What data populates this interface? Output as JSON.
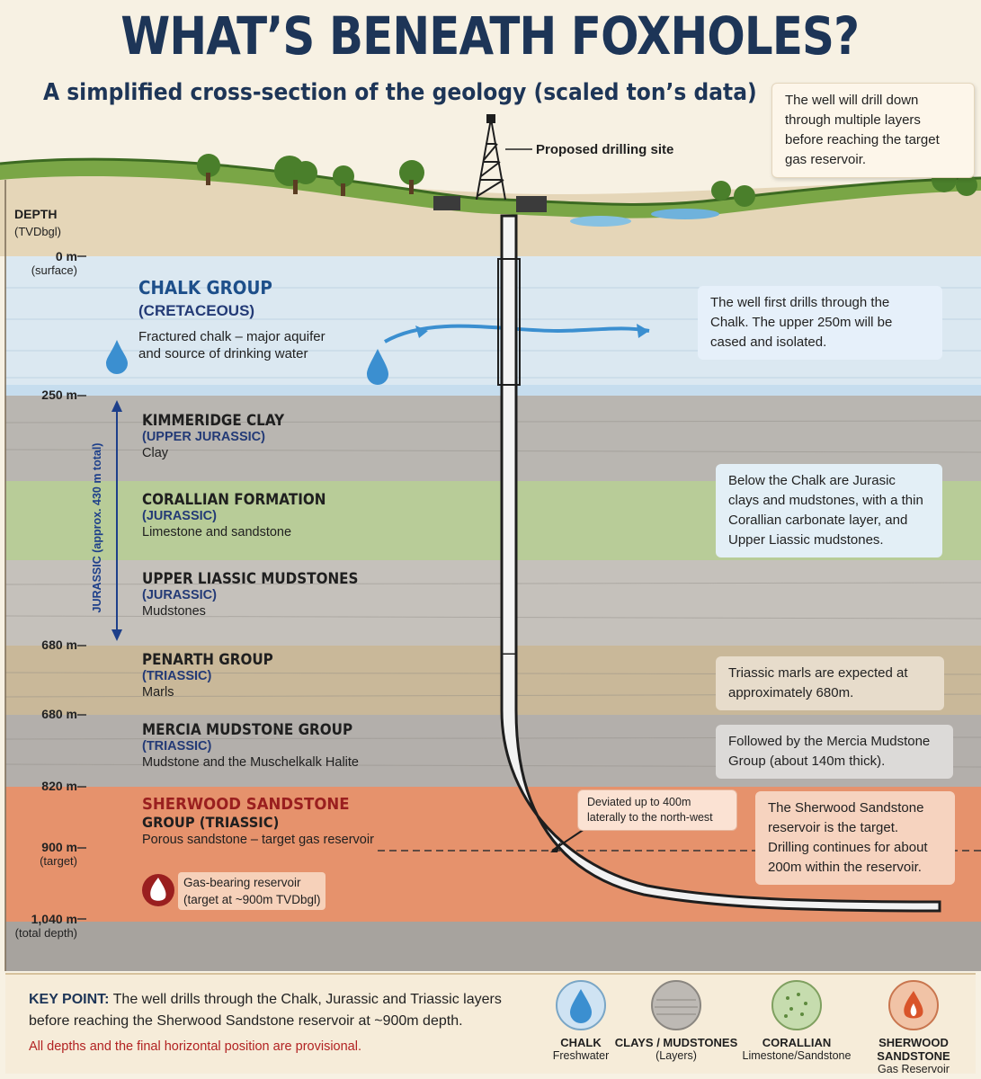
{
  "title": "WHAT’S BENEATH FOXHOLES?",
  "subtitle": "A simplified cross-section of the geology (scaled ton’s data)",
  "site_label": "Proposed drilling site",
  "top_note": "The well will drill down through multiple layers before reaching the target gas reservoir.",
  "depth_axis": {
    "title": "DEPTH",
    "unit": "(TVDbgl)",
    "ticks": [
      {
        "label": "0 m",
        "sub": "(surface)"
      },
      {
        "label": "250 m",
        "sub": ""
      },
      {
        "label": "680 m",
        "sub": ""
      },
      {
        "label": "680 m",
        "sub": ""
      },
      {
        "label": "820 m",
        "sub": ""
      },
      {
        "label": "900 m",
        "sub": "(target)"
      },
      {
        "label": "1,040 m",
        "sub": "(total depth)"
      }
    ]
  },
  "jurassic_bracket": "JURASSIC (approx. 430 m total)",
  "units": [
    {
      "name": "CHALK GROUP",
      "age": "(CRETACEOUS)",
      "desc": "Fractured chalk – major aquifer",
      "desc2": "and source of drinking water",
      "color": "#dbe8f1"
    },
    {
      "name": "KIMMERIDGE CLAY",
      "age": "(UPPER JURASSIC)",
      "desc": "Clay",
      "color": "#b9b6b1"
    },
    {
      "name": "CORALLIAN FORMATION",
      "age": "(JURASSIC)",
      "desc": "Limestone and sandstone",
      "color": "#b8cc98"
    },
    {
      "name": "UPPER LIASSIC MUDSTONES",
      "age": "(JURASSIC)",
      "desc": "Mudstones",
      "color": "#c5c1bb"
    },
    {
      "name": "PENARTH GROUP",
      "age": "(TRIASSIC)",
      "desc": "Marls",
      "color": "#c9b899"
    },
    {
      "name": "MERCIA MUDSTONE GROUP",
      "age": "(TRIASSIC)",
      "desc": "Mudstone and the Muschelkalk Halite",
      "color": "#b3afab"
    },
    {
      "name": "SHERWOOD SANDSTONE",
      "age": "GROUP (TRIASSIC)",
      "desc": "Porous sandstone – target gas reservoir",
      "color": "#e6926c"
    }
  ],
  "gas_label": "Gas-bearing reservoir",
  "gas_label2": "(target at ~900m TVDbgl)",
  "notes": {
    "chalk": "The well first drills through the Chalk. The upper 250m will be cased and isolated.",
    "jurassic": "Below the Chalk are Jurasic clays and mudstones, with a thin Corallian carbonate layer, and Upper Liassic mudstones.",
    "penarth": "Triassic marls are expected at approximately 680m.",
    "mercia": "Followed by the Mercia Mudstone Group (about 140m thick).",
    "sherwood": "The Sherwood Sandstone reservoir is the target. Drilling continues for about 200m within the reservoir.",
    "deviation": "Deviated up to 400m laterally to the north-west"
  },
  "key_point": {
    "label": "KEY POINT:",
    "text1": "The well drills through the Chalk, Jurassic and Triassic layers",
    "text2": "before reaching the Sherwood Sandstone reservoir at ~900m depth.",
    "warning": "All depths and the final horizontal position are provisional."
  },
  "legend": [
    {
      "title": "CHALK",
      "sub": "Freshwater",
      "icon": "water-drop-icon",
      "color": "#cfe3f3"
    },
    {
      "title": "CLAYS / MUDSTONES",
      "sub": "(Layers)",
      "icon": "clay-swatch-icon",
      "color": "#bdb9b4"
    },
    {
      "title": "CORALLIAN",
      "sub": "Limestone/Sandstone",
      "icon": "corallian-swatch-icon",
      "color": "#c6dcae"
    },
    {
      "title": "SHERWOOD SANDSTONE",
      "sub": "Gas Reservoir",
      "icon": "flame-icon",
      "color": "#f1c3a6"
    }
  ]
}
